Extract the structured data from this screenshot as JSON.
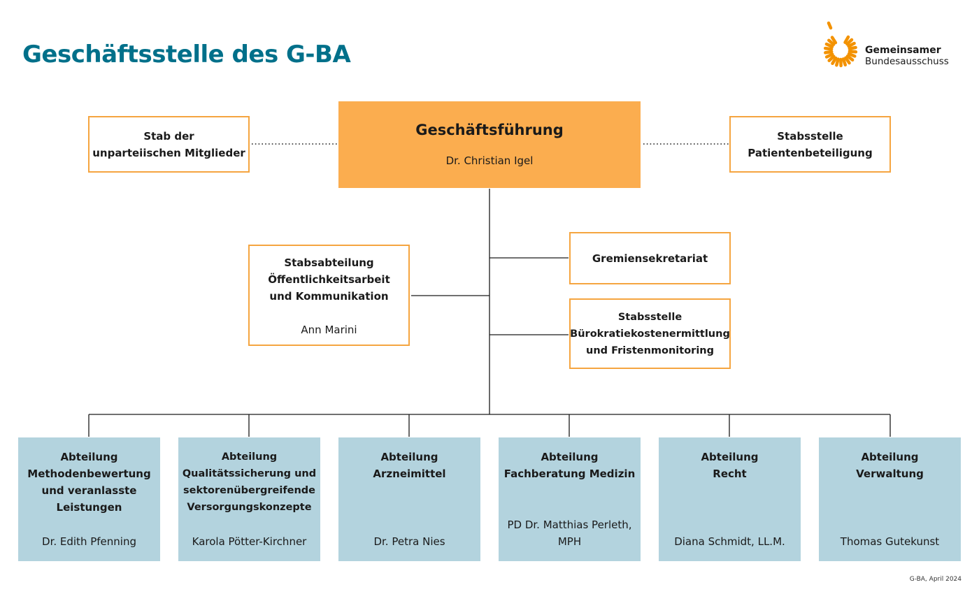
{
  "title": "Geschäftsstelle des G-BA",
  "logo": {
    "line1": "Gemeinsamer",
    "line2": "Bundesausschuss",
    "accent_color": "#f39200"
  },
  "geschaeftsfuehrung": {
    "title": "Geschäftsführung",
    "name": "Dr. Christian Igel"
  },
  "stab_unparteiische": {
    "line1": "Stab der",
    "line2": "unparteiischen Mitglieder"
  },
  "stabsstelle_patienten": {
    "line1": "Stabsstelle",
    "line2": "Patientenbeteiligung"
  },
  "stabsabteilung_oeffentlichkeit": {
    "line1": "Stabsabteilung",
    "line2": "Öffentlichkeitsarbeit",
    "line3": "und Kommunikation",
    "name": "Ann Marini"
  },
  "gremiensekretariat": {
    "label": "Gremiensekretariat"
  },
  "stabsstelle_buerokratie": {
    "line1": "Stabsstelle",
    "line2": "Bürokratiekostenermittlung",
    "line3": "und Fristenmonitoring"
  },
  "departments": [
    {
      "lines": [
        "Abteilung",
        "Methodenbewertung",
        "und veranlasste",
        "Leistungen"
      ],
      "name": [
        "Dr. Edith Pfenning"
      ]
    },
    {
      "lines": [
        "Abteilung",
        "Qualitätssicherung und",
        "sektorenübergreifende",
        "Versorgungskonzepte"
      ],
      "name": [
        "Karola Pötter-Kirchner"
      ]
    },
    {
      "lines": [
        "Abteilung",
        "Arzneimittel"
      ],
      "name": [
        "Dr. Petra Nies"
      ]
    },
    {
      "lines": [
        "Abteilung",
        "Fachberatung Medizin"
      ],
      "name": [
        "PD Dr. Matthias Perleth,",
        "MPH"
      ]
    },
    {
      "lines": [
        "Abteilung",
        "Recht"
      ],
      "name": [
        "Diana Schmidt, LL.M."
      ]
    },
    {
      "lines": [
        "Abteilung",
        "Verwaltung"
      ],
      "name": [
        "Thomas Gutekunst"
      ]
    }
  ],
  "footer": "G-BA, April 2024",
  "colors": {
    "title": "#00708a",
    "gf_fill": "#fbad4f",
    "box_border": "#f5a540",
    "dept_fill": "#b3d3de"
  }
}
